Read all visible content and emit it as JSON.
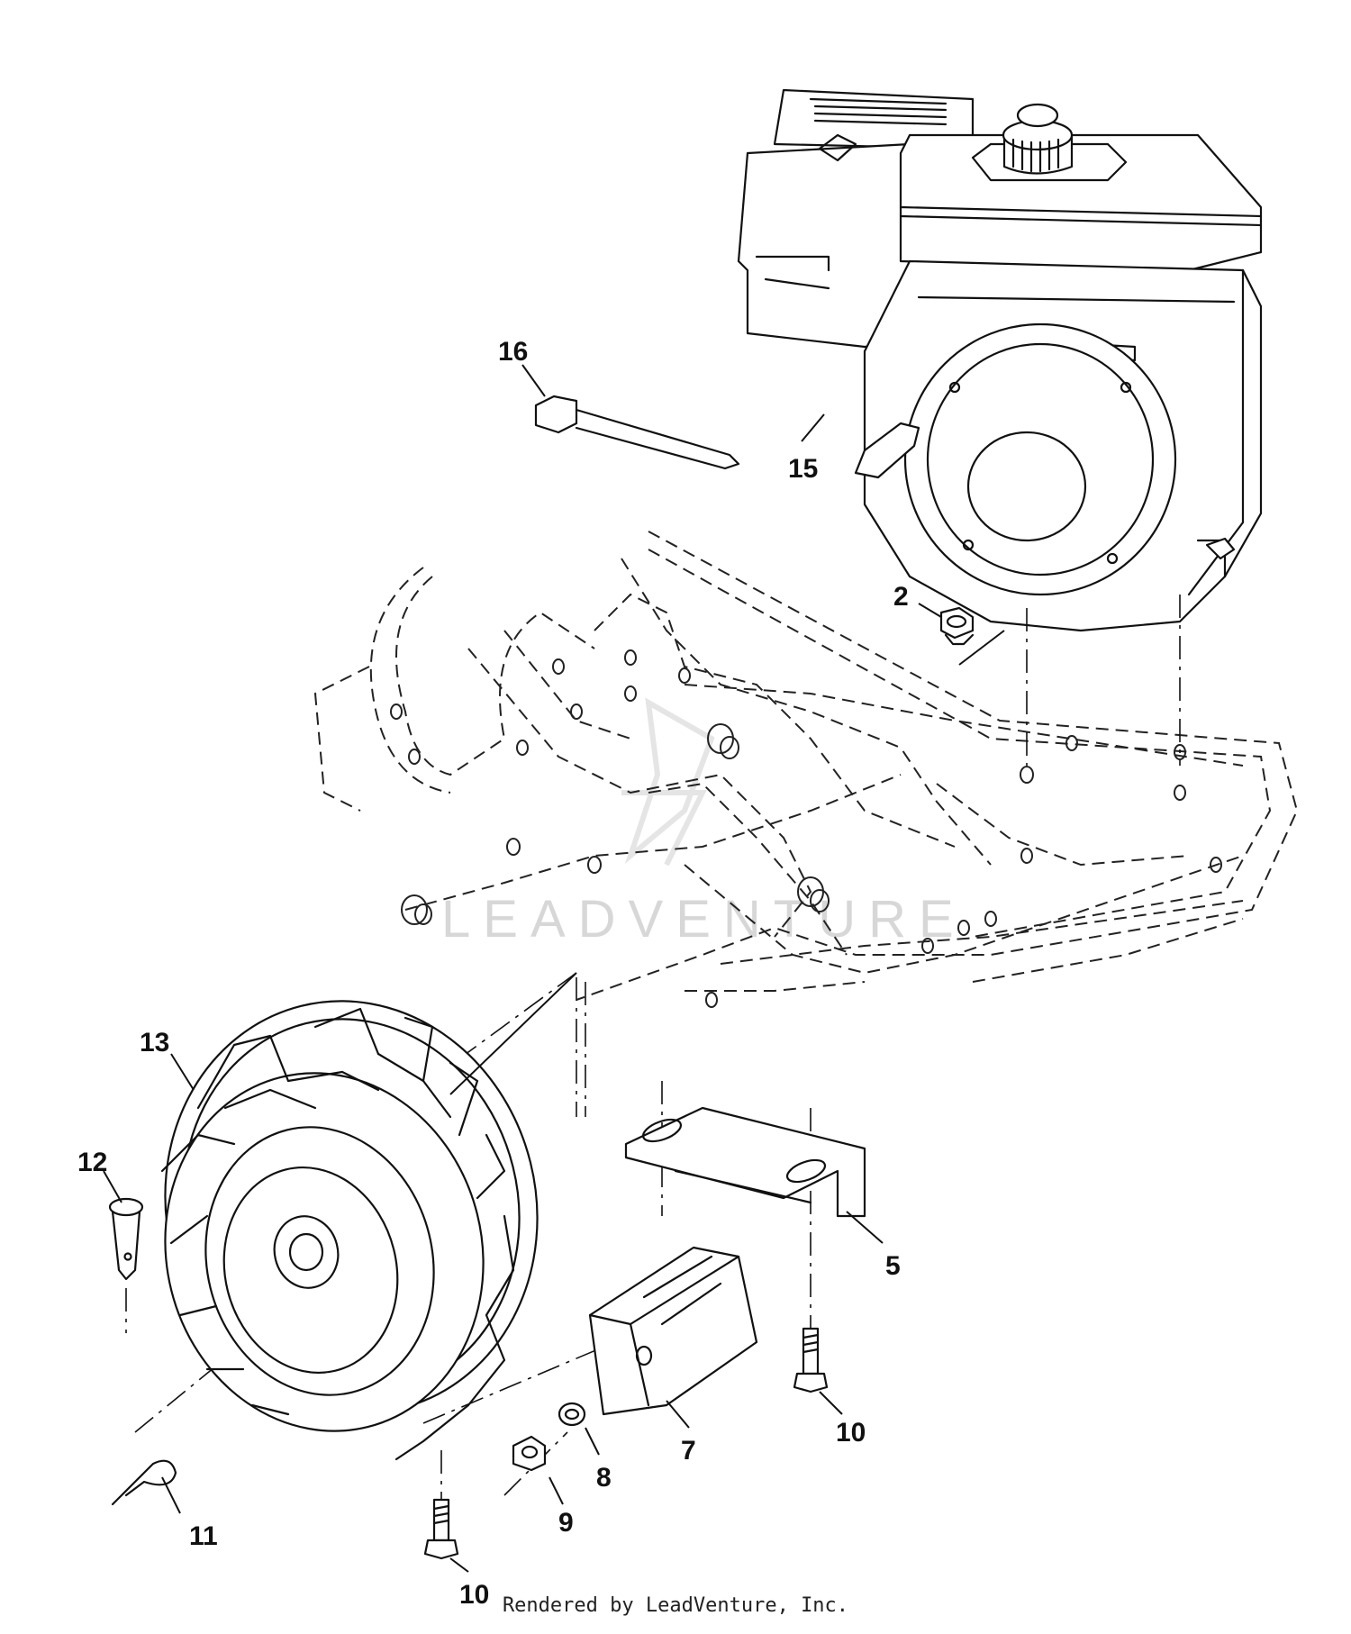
{
  "watermark": {
    "text": "LEADVENTURE"
  },
  "footer": {
    "text": "Rendered by LeadVenture, Inc."
  },
  "callouts": [
    {
      "id": "16",
      "label": "16"
    },
    {
      "id": "15",
      "label": "15"
    },
    {
      "id": "2",
      "label": "2"
    },
    {
      "id": "13",
      "label": "13"
    },
    {
      "id": "12",
      "label": "12"
    },
    {
      "id": "5",
      "label": "5"
    },
    {
      "id": "10a",
      "label": "10"
    },
    {
      "id": "7",
      "label": "7"
    },
    {
      "id": "8",
      "label": "8"
    },
    {
      "id": "9",
      "label": "9"
    },
    {
      "id": "10b",
      "label": "10"
    },
    {
      "id": "11",
      "label": "11"
    }
  ]
}
